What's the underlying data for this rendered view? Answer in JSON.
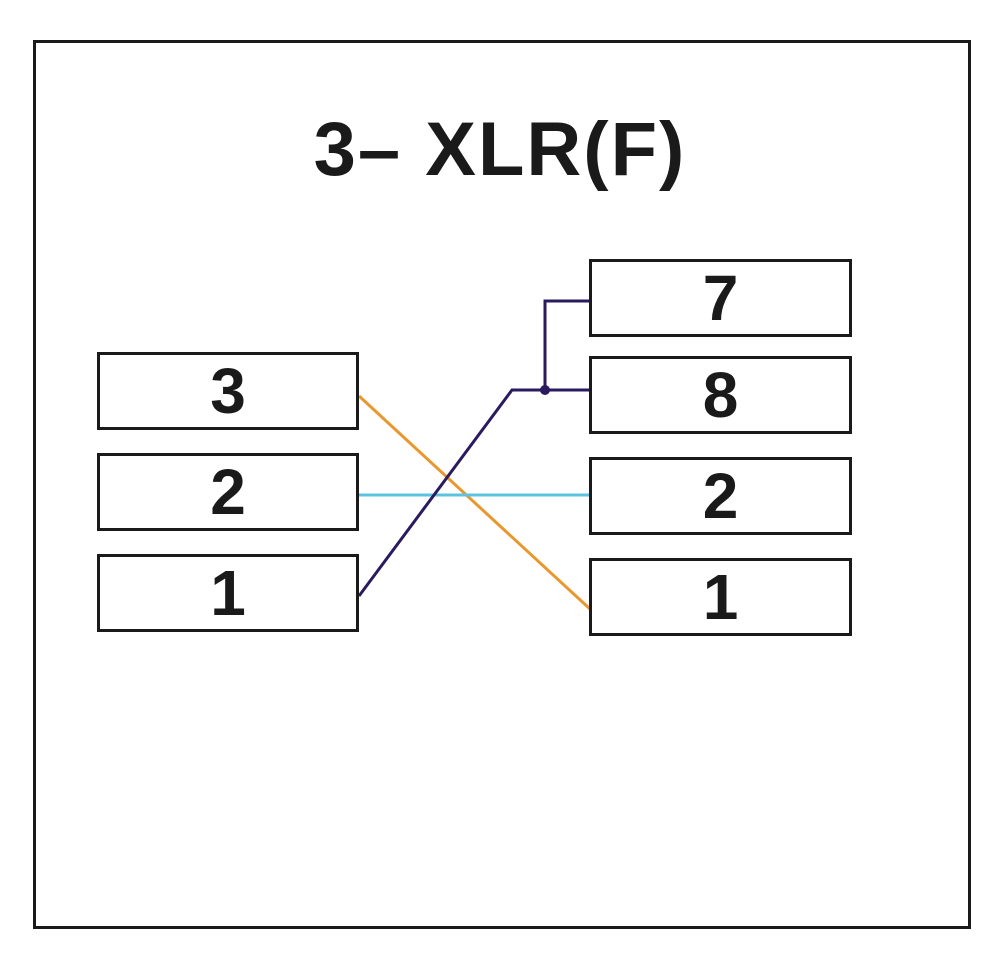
{
  "diagram": {
    "title": "3– XLR(F)",
    "left_pins": [
      {
        "label": "3"
      },
      {
        "label": "2"
      },
      {
        "label": "1"
      }
    ],
    "right_pins": [
      {
        "label": "7"
      },
      {
        "label": "8"
      },
      {
        "label": "2"
      },
      {
        "label": "1"
      }
    ],
    "connections": [
      {
        "from": "3",
        "to": "1",
        "color": "#e8982f"
      },
      {
        "from": "2",
        "to": "2",
        "color": "#5bc3e0"
      },
      {
        "from": "1",
        "to": "8 + 7",
        "color": "#2a1a5e"
      }
    ],
    "colors": {
      "outline": "#1a1a1a",
      "wire_orange": "#e8982f",
      "wire_cyan": "#5bc3e0",
      "wire_purple": "#2a1a5e"
    }
  }
}
